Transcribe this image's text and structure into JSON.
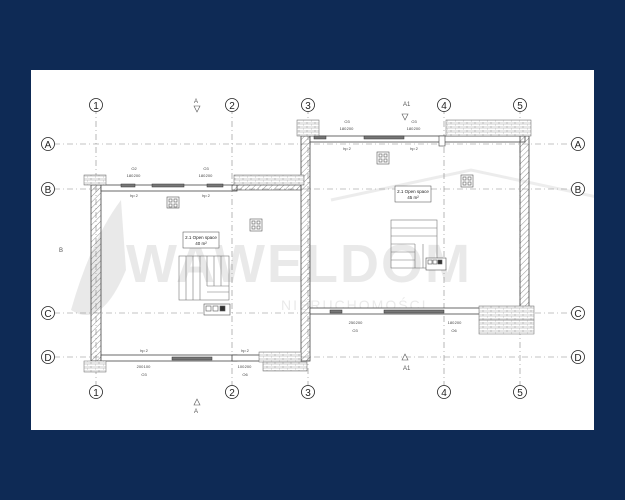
{
  "plan": {
    "columns": [
      {
        "label": "1"
      },
      {
        "label": "2"
      },
      {
        "label": "3"
      },
      {
        "label": "4"
      },
      {
        "label": "5"
      }
    ],
    "rows": [
      {
        "label": "A"
      },
      {
        "label": "B"
      },
      {
        "label": "C"
      },
      {
        "label": "D"
      }
    ],
    "section_marks": {
      "left": "A",
      "right": "A1",
      "side": "B"
    },
    "rooms": [
      {
        "name": "2.1 Open space",
        "area": "40 m²"
      },
      {
        "name": "2.1 Open space",
        "area": "45 m²"
      }
    ],
    "window_tags": {
      "o2": "O2",
      "o3": "O3",
      "o6": "O6",
      "hp": "hp 2"
    },
    "dims": {
      "w100": "100",
      "w180": "180",
      "w200": "200",
      "w250": "250"
    },
    "watermark": {
      "logo": "WAWELDOM",
      "sub": "NIERUCHOMOŚCI"
    },
    "colors": {
      "background": "#0e2a55",
      "sheet": "#ffffff",
      "line": "#555555"
    }
  }
}
